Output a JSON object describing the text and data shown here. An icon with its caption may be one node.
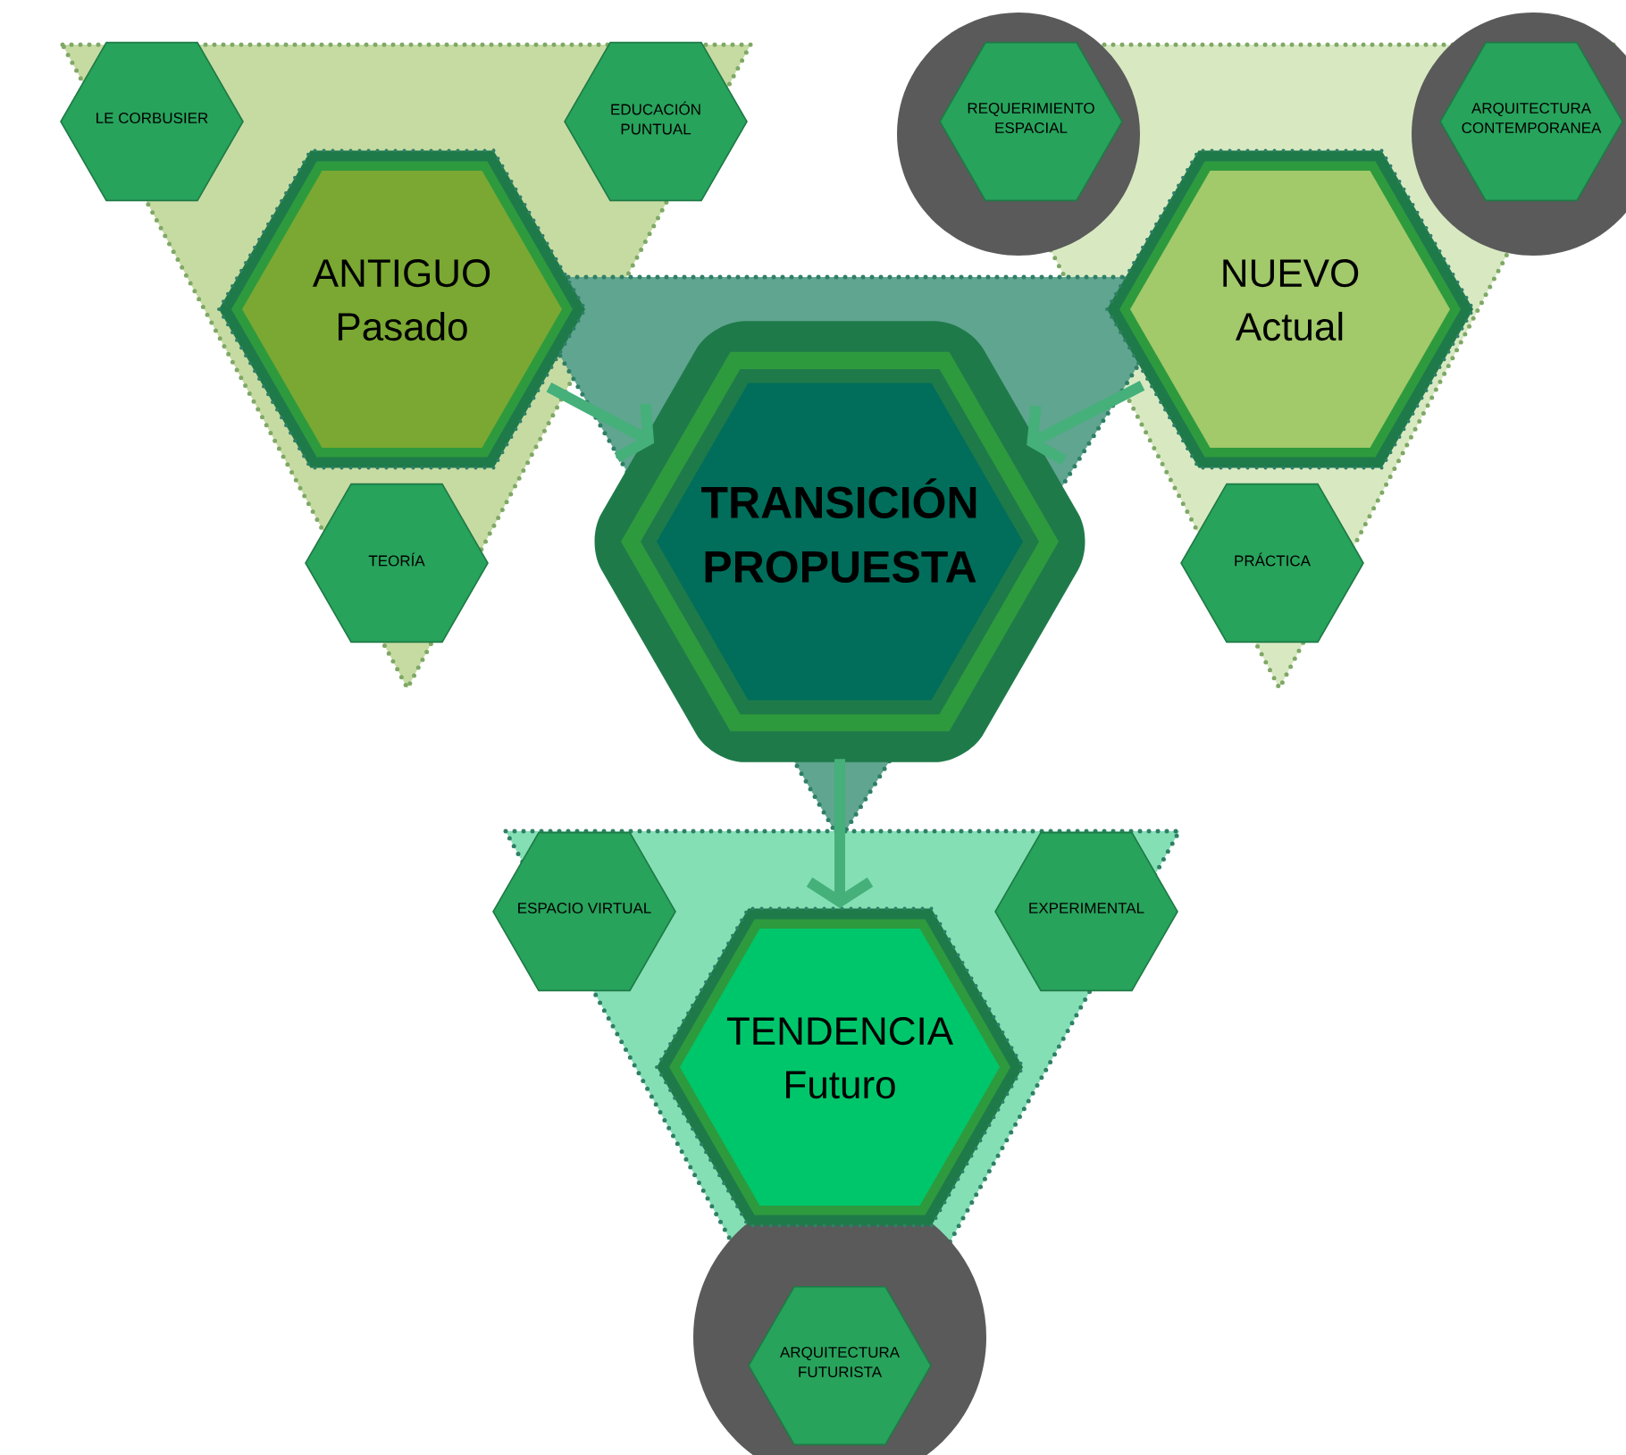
{
  "diagram": {
    "nodes": [
      {
        "text": [
          "ANTIGUO",
          "Pasado"
        ]
      },
      {
        "text": [
          "LE CORBUSIER"
        ]
      },
      {
        "text": [
          "EDUCACIÓN PUNTUAL"
        ]
      },
      {
        "text": [
          "TEORÍA"
        ]
      },
      {
        "text": [
          "NUEVO",
          "Actual"
        ]
      },
      {
        "text": [
          "REQUERIMIENTO ESPACIAL"
        ]
      },
      {
        "text": [
          "ARQUITECTURA CONTEMPORANEA"
        ]
      },
      {
        "text": [
          "PRÁCTICA"
        ]
      },
      {
        "text": [
          "TRANSICIÓN PROPUESTA"
        ]
      },
      {
        "text": [
          "TENDENCIA",
          "Futuro"
        ]
      },
      {
        "text": [
          "ESPACIO VIRTUAL"
        ]
      },
      {
        "text": [
          "EXPERIMENTAL"
        ]
      },
      {
        "text": [
          "ARQUITECTURA FUTURISTA"
        ]
      }
    ],
    "edges": [
      {
        "from": 0,
        "to": 8,
        "arrow": "to"
      },
      {
        "from": 4,
        "to": 8,
        "arrow": "to"
      },
      {
        "from": 8,
        "to": 9,
        "arrow": "to"
      }
    ]
  }
}
